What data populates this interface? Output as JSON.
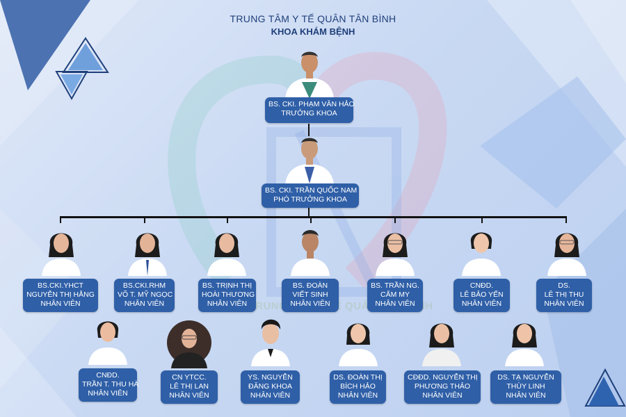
{
  "header": {
    "center_name": "TRUNG TÂM Y TẾ QUÂN TÂN BÌNH",
    "department": "KHOA KHÁM BỆNH"
  },
  "watermark_text": "TRUNG TÂM Y TẾ QUÂN TÂN BÌNH",
  "colors": {
    "label_bg": "#2f5fa7",
    "title": "#1f3f7a",
    "background": "#c9d9f3"
  },
  "head": {
    "name": "BS. CKI. PHẠM VĂN HẢO",
    "role": "TRƯỞNG KHOA"
  },
  "deputy": {
    "name": "BS. CKI. TRẦN QUỐC NAM",
    "role": "PHÓ TRƯỞNG KHOA"
  },
  "staff_row1": [
    {
      "line1": "BS.CKI.YHCT",
      "line2": "NGUYỄN THỊ HẰNG",
      "role": "NHÂN VIÊN"
    },
    {
      "line1": "BS.CKI.RHM",
      "line2": "VÕ T. MỸ NGỌC",
      "role": "NHÂN VIÊN"
    },
    {
      "line1": "BS. TRỊNH THỊ",
      "line2": "HOÀI THƯƠNG",
      "role": "NHÂN VIÊN"
    },
    {
      "line1": "BS. ĐOÀN",
      "line2": "VIẾT SINH",
      "role": "NHÂN VIÊN"
    },
    {
      "line1": "BS. TRẦN NG.",
      "line2": "CẨM MY",
      "role": "NHÂN VIÊN"
    },
    {
      "line1": "CNĐD.",
      "line2": "LÊ BẢO YẾN",
      "role": "NHÂN VIÊN"
    },
    {
      "line1": "DS.",
      "line2": "LÊ THỊ THU",
      "role": "NHÂN VIÊN"
    }
  ],
  "staff_row2": [
    {
      "line1": "CNĐD.",
      "line2": "TRẦN T. THU HÀ",
      "role": "NHÂN VIÊN"
    },
    {
      "line1": "CN YTCC.",
      "line2": "LÊ THỊ LAN",
      "role": "NHÂN VIÊN"
    },
    {
      "line1": "YS. NGUYỄN",
      "line2": "ĐĂNG KHOA",
      "role": "NHÂN VIÊN"
    },
    {
      "line1": "DS. ĐOÀN THỊ",
      "line2": "BÍCH HẢO",
      "role": "NHÂN VIÊN"
    },
    {
      "line1": "CĐĐD. NGUYỄN THỊ",
      "line2": "PHƯƠNG THẢO",
      "role": "NHÂN VIÊN"
    },
    {
      "line1": "DS. TẠ NGUYỄN",
      "line2": "THÙY LINH",
      "role": "NHÂN VIÊN"
    }
  ]
}
